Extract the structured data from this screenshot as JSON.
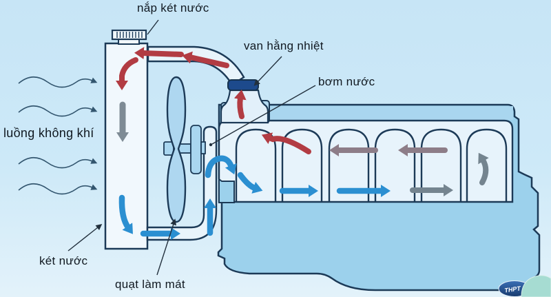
{
  "diagram": {
    "type": "engine-cooling-system-diagram",
    "labels": {
      "radiator_cap": "nắp két nước",
      "thermostat_valve": "van hằng nhiệt",
      "water_pump": "bơm nước",
      "air_flow": "luồng không khí",
      "radiator": "két nước",
      "cooling_fan": "quạt làm mát"
    },
    "watermark": "THPT",
    "colors": {
      "background": "#cde9f8",
      "outline": "#1c3a57",
      "hot_coolant_arrow": "#b23c43",
      "warm_coolant_arrow": "#8d7d88",
      "cooling_coolant_arrow": "#74848f",
      "radiator_down_arrow": "#7e8b95",
      "cold_coolant_arrow": "#2b8fd1",
      "air_flow_line": "#33566f",
      "engine_casing": "#9cd1ec",
      "engine_header": "#a9d6ef",
      "engine_interior": "#e7f3fb",
      "radiator_body": "#f1f8fd",
      "hose_interior": "#e9f4fb",
      "fan_blade": "#aed7f0",
      "thermostat_band": "#1d4a8c",
      "watermark_oval": "#2f62a8",
      "watermark_blob": "#a6dcd2"
    }
  }
}
